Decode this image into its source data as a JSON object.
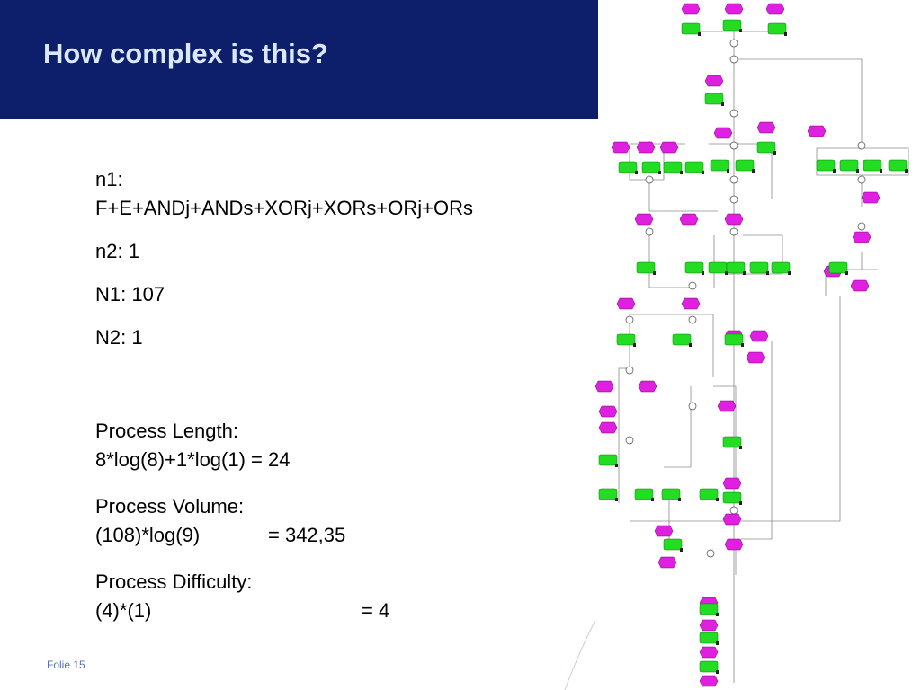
{
  "slide": {
    "title": "How complex is this?",
    "footer": "Folie 15"
  },
  "metrics": {
    "n1_label": "n1:",
    "n1_formula": "F+E+ANDj+ANDs+XORj+XORs+ORj+ORs",
    "n2": "n2: 1",
    "N1": "N1: 107",
    "N2": "N2: 1",
    "length_label": "Process Length:",
    "length_formula": "8*log(8)+1*log(1) = 24",
    "volume_label": "Process Volume:",
    "volume_expr": "(108)*log(9)",
    "volume_result": "= 342,35",
    "difficulty_label": "Process Difficulty:",
    "difficulty_expr": "(4)*(1)",
    "difficulty_result": "= 4"
  },
  "colors": {
    "header": "#0d1f6b",
    "title": "#dbe8ff",
    "event": "#e020e0",
    "function": "#22dd22"
  }
}
